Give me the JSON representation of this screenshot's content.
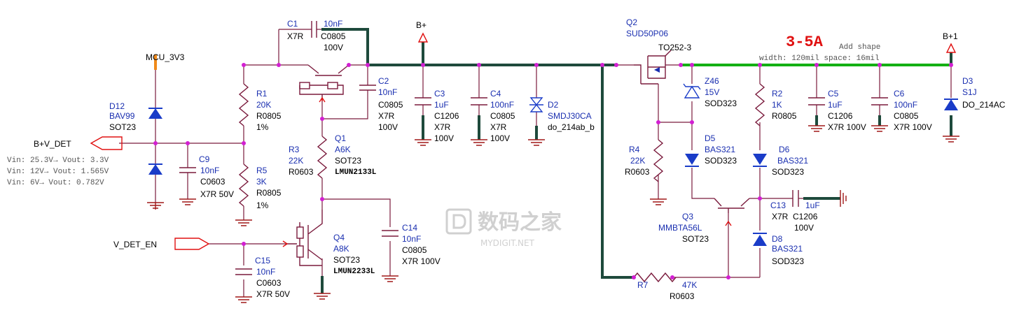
{
  "nets": {
    "mcu": "MCU_3V3",
    "bplus": "B+",
    "bplus1": "B+1",
    "bdet": "B+V_DET",
    "vdet_en": "V_DET_EN"
  },
  "notes": {
    "current": "3-5A",
    "add_shape": "Add shape",
    "width": "width: 120mil space: 16mil",
    "vin1": "Vin: 25.3V→ Vout: 3.3V",
    "vin2": "Vin: 12V→ Vout: 1.565V",
    "vin3": "Vin: 6V→ Vout: 0.782V"
  },
  "components": {
    "C1": {
      "ref": "C1",
      "val": "10nF",
      "a": "X7R",
      "b": "C0805",
      "c": "100V"
    },
    "Q2": {
      "ref": "Q2",
      "val": "SUD50P06",
      "pkg": "TO252-3"
    },
    "D12": {
      "ref": "D12",
      "val": "BAV99",
      "pkg": "SOT23"
    },
    "R1": {
      "ref": "R1",
      "val": "20K",
      "pkg": "R0805",
      "tol": "1%"
    },
    "R5": {
      "ref": "R5",
      "val": "3K",
      "pkg": "R0805",
      "tol": "1%"
    },
    "C9": {
      "ref": "C9",
      "val": "10nF",
      "pkg": "C0603",
      "rate": "X7R 50V"
    },
    "C2": {
      "ref": "C2",
      "val": "10nF",
      "pkg": "C0805",
      "a": "X7R",
      "b": "100V"
    },
    "C3": {
      "ref": "C3",
      "val": "1uF",
      "pkg": "C1206",
      "a": "X7R",
      "b": "100V"
    },
    "C4": {
      "ref": "C4",
      "val": "100nF",
      "pkg": "C0805",
      "a": "X7R",
      "b": "100V"
    },
    "D2": {
      "ref": "D2",
      "val": "SMDJ30CA",
      "pkg": "do_214ab_b"
    },
    "Q1": {
      "ref": "Q1",
      "val": "A6K",
      "pkg": "SOT23",
      "part": "LMUN2133L"
    },
    "R3": {
      "ref": "R3",
      "val": "22K",
      "pkg": "R0603"
    },
    "Q4": {
      "ref": "Q4",
      "val": "A8K",
      "pkg": "SOT23",
      "part": "LMUN2233L"
    },
    "C14": {
      "ref": "C14",
      "val": "10nF",
      "pkg": "C0805",
      "rate": "X7R 100V"
    },
    "C15": {
      "ref": "C15",
      "val": "10nF",
      "pkg": "C0603",
      "rate": "X7R 50V"
    },
    "Z46": {
      "ref": "Z46",
      "val": "15V",
      "pkg": "SOD323"
    },
    "R4": {
      "ref": "R4",
      "val": "22K",
      "pkg": "R0603"
    },
    "D5": {
      "ref": "D5",
      "val": "BAS321",
      "pkg": "SOD323"
    },
    "Q3": {
      "ref": "Q3",
      "val": "MMBTA56L",
      "pkg": "SOT23"
    },
    "R7": {
      "ref": "R7",
      "val": "47K",
      "pkg": "R0603"
    },
    "R2": {
      "ref": "R2",
      "val": "1K",
      "pkg": "R0805"
    },
    "C5": {
      "ref": "C5",
      "val": "1uF",
      "pkg": "C1206",
      "rate": "X7R 100V"
    },
    "C6": {
      "ref": "C6",
      "val": "100nF",
      "pkg": "C0805",
      "rate": "X7R 100V"
    },
    "D3": {
      "ref": "D3",
      "val": "S1J",
      "pkg": "DO_214AC"
    },
    "D6": {
      "ref": "D6",
      "val": "BAS321",
      "pkg": "SOD323"
    },
    "C13": {
      "ref": "C13",
      "val": "1uF",
      "a": "X7R",
      "b": "C1206",
      "c": "100V"
    },
    "D8": {
      "ref": "D8",
      "val": "BAS321",
      "pkg": "SOD323"
    }
  },
  "watermark": {
    "cn": "数码之家",
    "en": "MYDIGIT.NET"
  },
  "colors": {
    "wire": "#7a1a3c",
    "bus": "#1e4a3c",
    "bus_out": "#14b014",
    "node": "#d21fd2",
    "text_blue": "#1a2fb0",
    "accent": "#e01010"
  }
}
